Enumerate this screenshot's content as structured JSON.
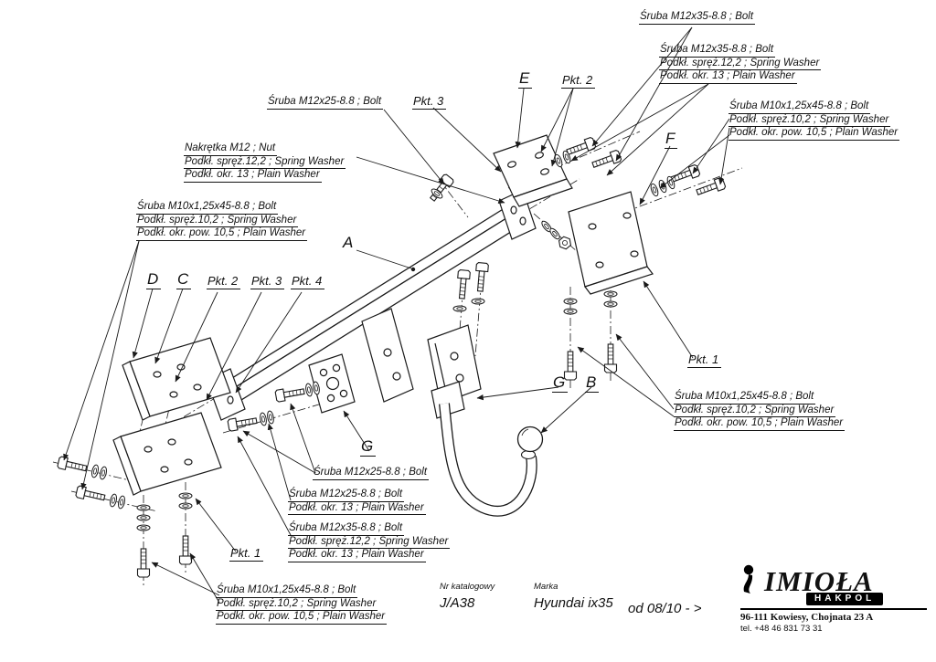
{
  "colors": {
    "ink": "#1a1a1a",
    "paper": "#ffffff"
  },
  "strings": {
    "bolt_m12x35": "Śruba M12x35-8.8 ;  Bolt",
    "bolt_m12x25": "Śruba M12x25-8.8 ;  Bolt",
    "bolt_m10": "Śruba M10x1,25x45-8.8 ;  Bolt",
    "nut_m12": "Nakrętka  M12 ; Nut",
    "spring_12": "Podkł. spręż.12,2 ; Spring Washer",
    "spring_10": "Podkł. spręż.10,2 ; Spring Washer",
    "plain_13": "Podkł. okr. 13 ; Plain Washer",
    "plain_10": "Podkł. okr. pow. 10,5 ; Plain Washer"
  },
  "markers": {
    "a": "A",
    "b": "B",
    "c": "C",
    "d": "D",
    "e": "E",
    "f": "F",
    "g": "G",
    "pkt1": "Pkt. 1",
    "pkt2": "Pkt. 2",
    "pkt3": "Pkt. 3",
    "pkt4": "Pkt. 4"
  },
  "titleblock": {
    "catalog_label": "Nr katalogowy",
    "catalog_number": "J/A38",
    "brand_label": "Marka",
    "brand_value": "Hyundai ix35",
    "applicability": "od  08/10 - >"
  },
  "company": {
    "brand": "IMIOŁA",
    "division": "HAKPOL",
    "address": "96-111 Kowiesy, Chojnata 23 A",
    "phone": "tel. +48 46 831 73 31"
  }
}
